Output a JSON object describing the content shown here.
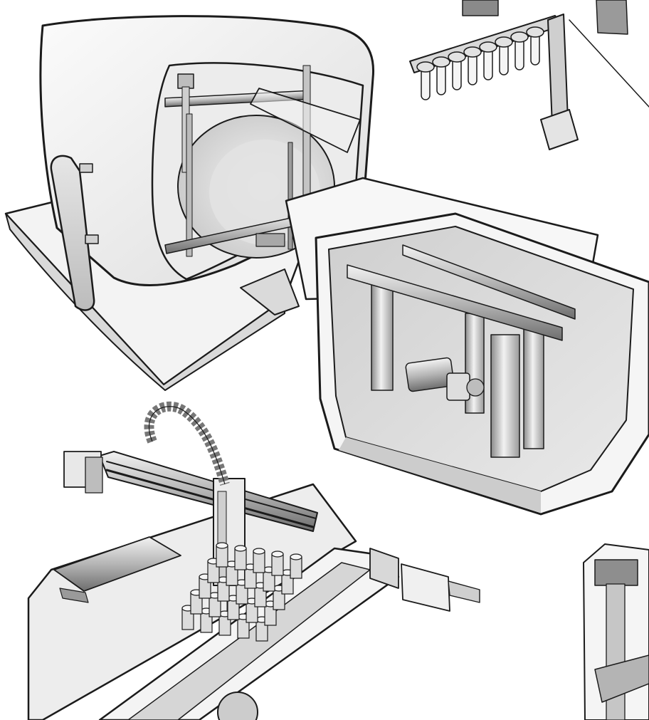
{
  "palette": {
    "ink": "#1b1b1b",
    "shell_light": "#f6f6f6",
    "shell_mid": "#dedede",
    "shell_dark": "#bdbdbd",
    "metal_light": "#eaeaea",
    "metal_mid": "#a9a9a9",
    "metal_dark": "#555555",
    "background": "#ffffff"
  },
  "illustrations": [
    {
      "name": "mri-scanner-with-rail-gantry"
    },
    {
      "name": "sample-tube-rack-gantry"
    },
    {
      "name": "table-pit-gantry"
    },
    {
      "name": "vial-handling-gantry"
    },
    {
      "name": "vertical-axis-module"
    }
  ]
}
